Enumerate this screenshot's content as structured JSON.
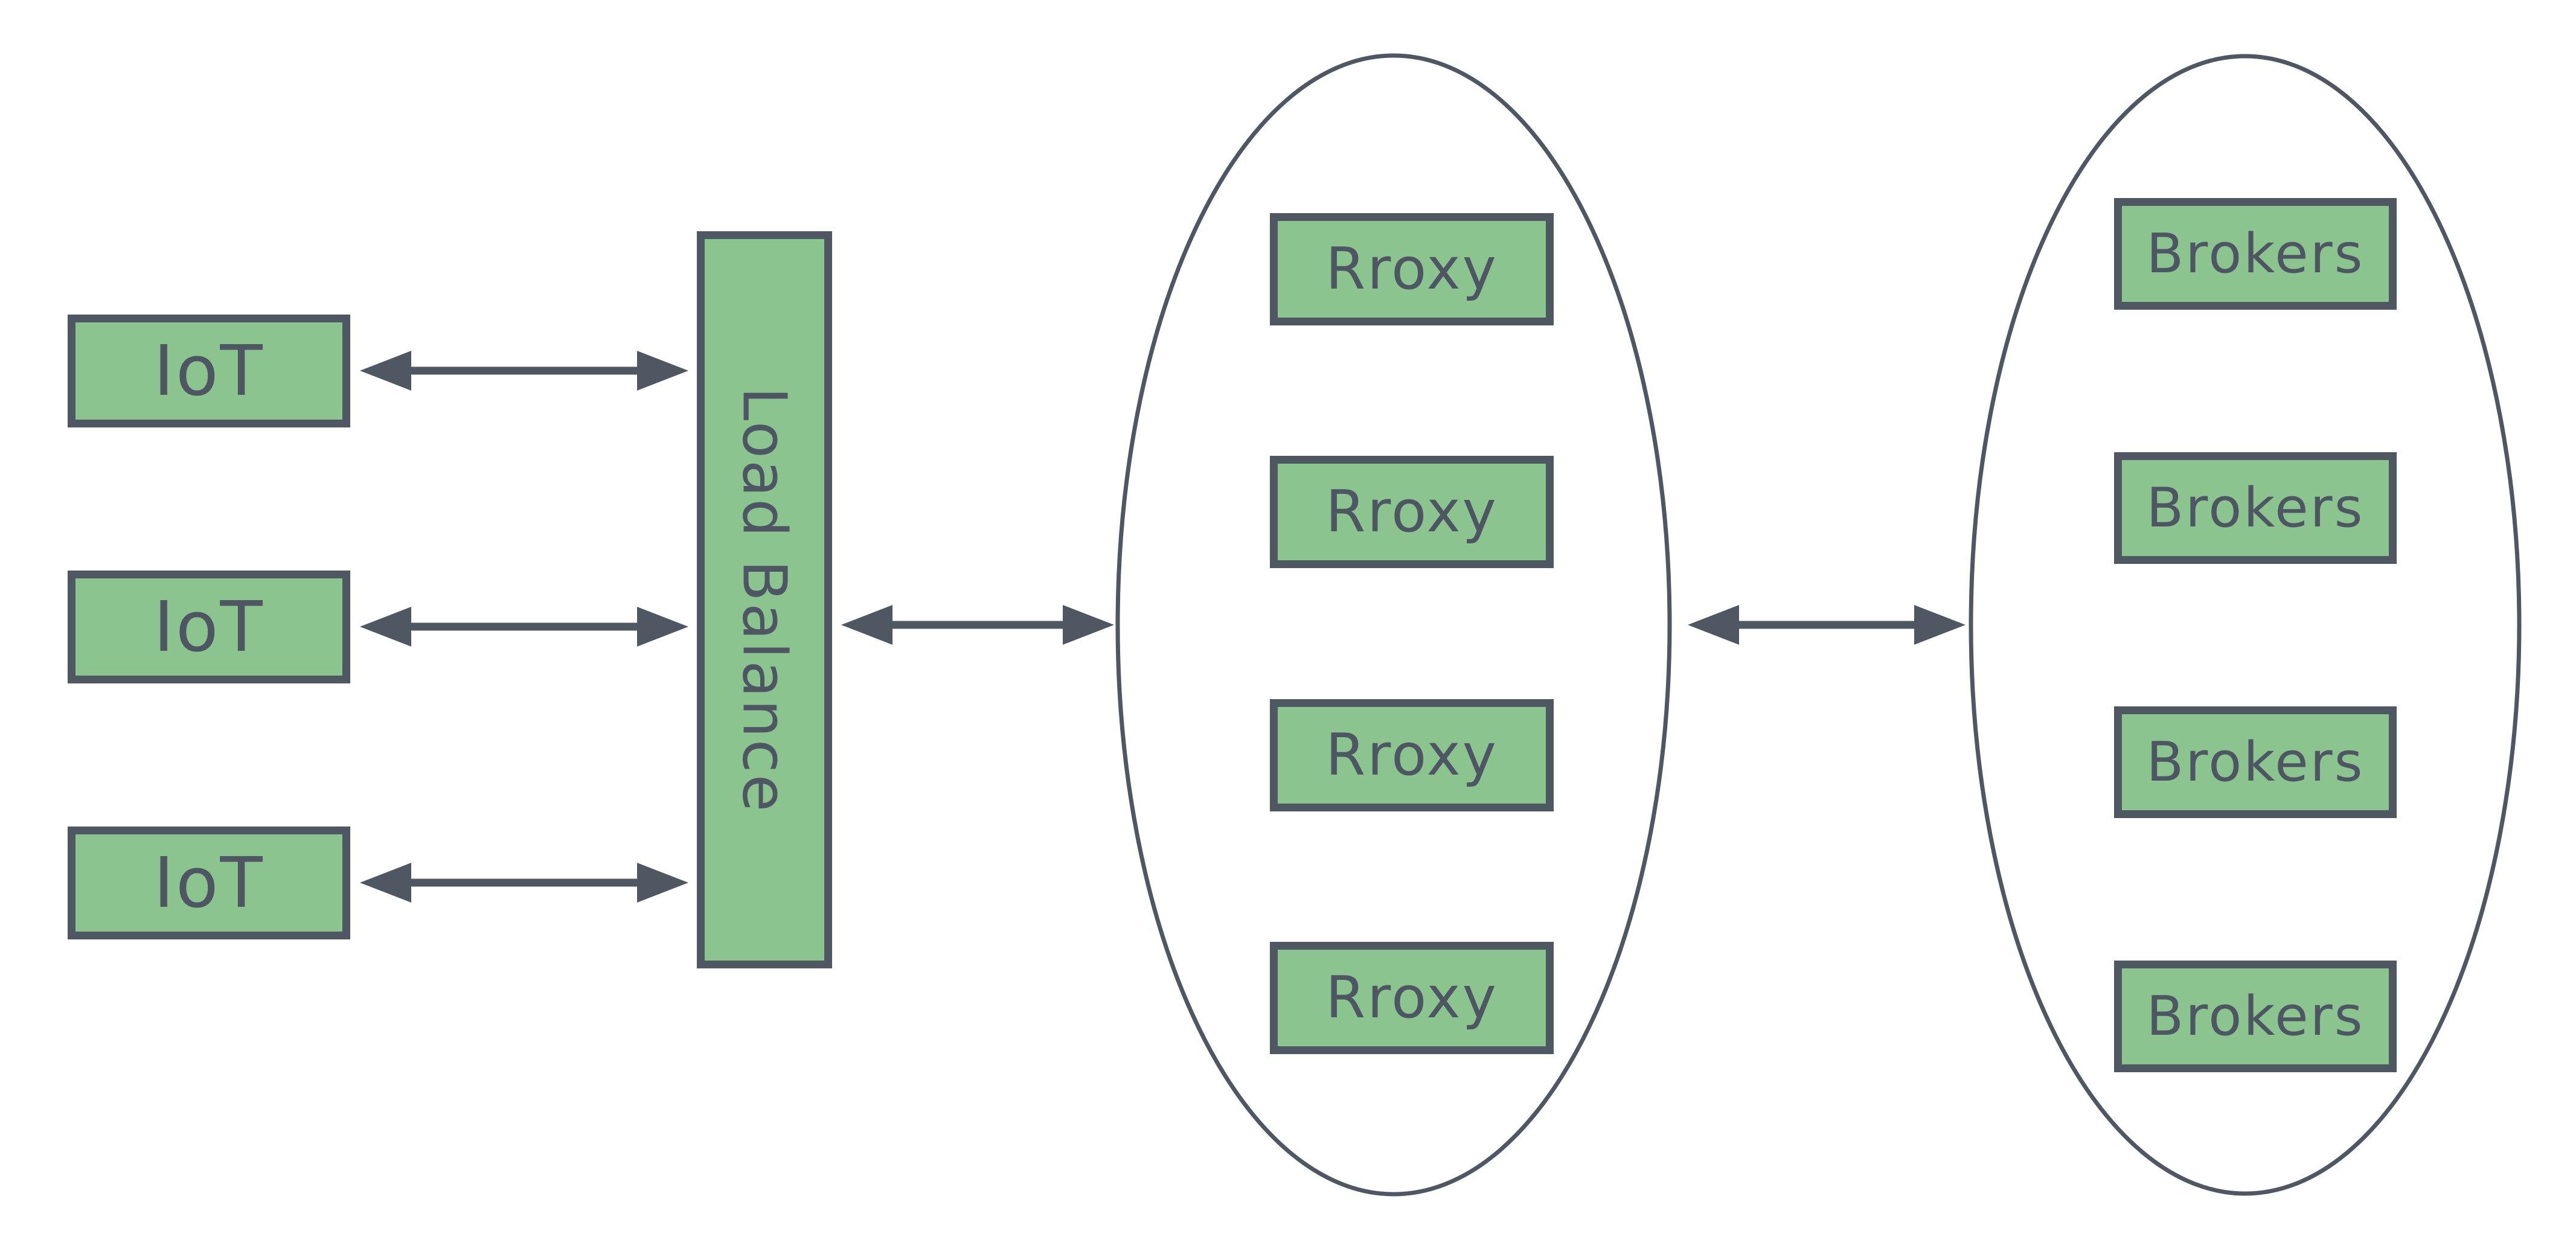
{
  "diagram": {
    "type": "architecture-diagram",
    "background_color": "#ffffff",
    "node_fill_color": "#8bc48f",
    "stroke_color": "#4f5763",
    "text_color": "#4d5662"
  },
  "clients": [
    {
      "label": "IoT"
    },
    {
      "label": "IoT"
    },
    {
      "label": "IoT"
    }
  ],
  "load_balancer": {
    "label": "Load Balance",
    "text_orientation": "vertical"
  },
  "proxy_cluster": {
    "shape": "ellipse",
    "nodes": [
      {
        "label": "Rroxy"
      },
      {
        "label": "Rroxy"
      },
      {
        "label": "Rroxy"
      },
      {
        "label": "Rroxy"
      }
    ]
  },
  "broker_cluster": {
    "shape": "ellipse",
    "nodes": [
      {
        "label": "Brokers"
      },
      {
        "label": "Brokers"
      },
      {
        "label": "Brokers"
      },
      {
        "label": "Brokers"
      }
    ]
  },
  "connections": [
    {
      "from": "IoT-1",
      "to": "Load Balance",
      "type": "bidirectional-arrow"
    },
    {
      "from": "IoT-2",
      "to": "Load Balance",
      "type": "bidirectional-arrow"
    },
    {
      "from": "IoT-3",
      "to": "Load Balance",
      "type": "bidirectional-arrow"
    },
    {
      "from": "Load Balance",
      "to": "proxy-cluster",
      "type": "bidirectional-arrow"
    },
    {
      "from": "proxy-cluster",
      "to": "broker-cluster",
      "type": "bidirectional-arrow"
    }
  ]
}
